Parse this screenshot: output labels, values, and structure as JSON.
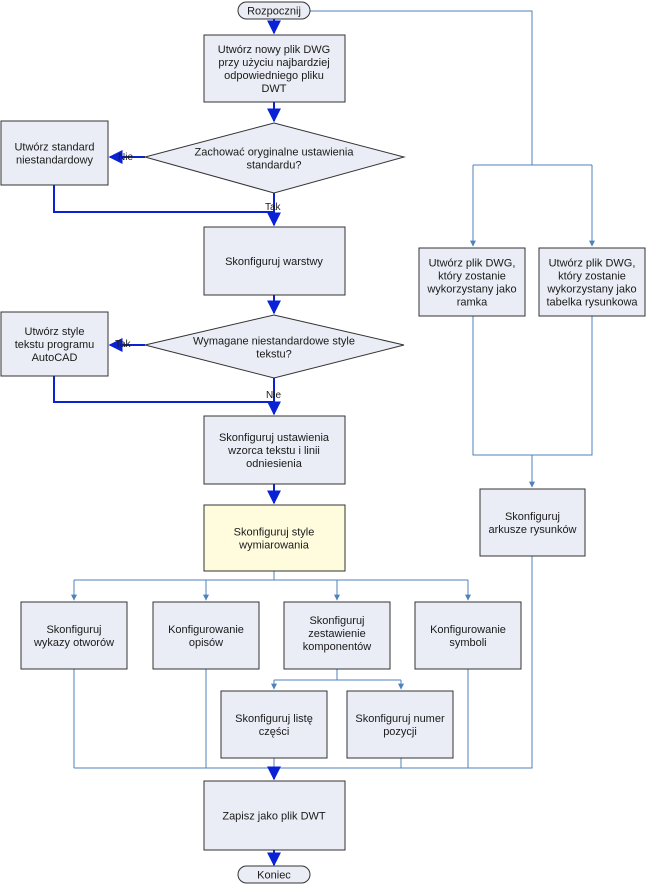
{
  "colors": {
    "process_fill": "#eaedf5",
    "highlight_fill": "#fefcdc",
    "decision_fill": "#eaedf5",
    "border": "#333333",
    "thin_line": "#4f81bd",
    "bold_line": "#0a22d6"
  },
  "nodes": {
    "start": "Rozpocznij",
    "create_dwg": [
      "Utwórz nowy plik DWG",
      "przy użyciu najbardziej",
      "odpowiedniego pliku",
      "DWT"
    ],
    "keep_standards": [
      "Zachować oryginalne ustawienia",
      "standardu?"
    ],
    "create_custom_standard": [
      "Utwórz standard",
      "niestandardowy"
    ],
    "configure_layers": [
      "Skonfiguruj warstwy"
    ],
    "text_styles_required": [
      "Wymagane niestandardowe style",
      "tekstu?"
    ],
    "create_text_styles": [
      "Utwórz style",
      "tekstu programu",
      "AutoCAD"
    ],
    "configure_text_leader": [
      "Skonfiguruj ustawienia",
      "wzorca tekstu i linii",
      "odniesienia"
    ],
    "configure_dim_styles": [
      "Skonfiguruj style",
      "wymiarowania"
    ],
    "configure_hole_tables": [
      "Skonfiguruj",
      "wykazy otworów"
    ],
    "configure_notes": [
      "Konfigurowanie",
      "opisów"
    ],
    "configure_bom": [
      "Skonfiguruj",
      "zestawienie",
      "komponentów"
    ],
    "configure_symbols": [
      "Konfigurowanie",
      "symboli"
    ],
    "configure_parts_list": [
      "Skonfiguruj listę",
      "części"
    ],
    "configure_balloons": [
      "Skonfiguruj numer",
      "pozycji"
    ],
    "create_frame_dwg": [
      "Utwórz plik DWG,",
      "który zostanie",
      "wykorzystany jako",
      "ramka"
    ],
    "create_titleblock_dwg": [
      "Utwórz plik DWG,",
      "który zostanie",
      "wykorzystany jako",
      "tabelka rysunkowa"
    ],
    "configure_sheets": [
      "Skonfiguruj",
      "arkusze rysunków"
    ],
    "save_dwt": [
      "Zapisz jako plik DWT"
    ],
    "end": "Koniec"
  },
  "labels": {
    "nie_1": "Nie",
    "tak_1": "Tak",
    "tak_2": "Tak",
    "nie_2": "Nie"
  }
}
